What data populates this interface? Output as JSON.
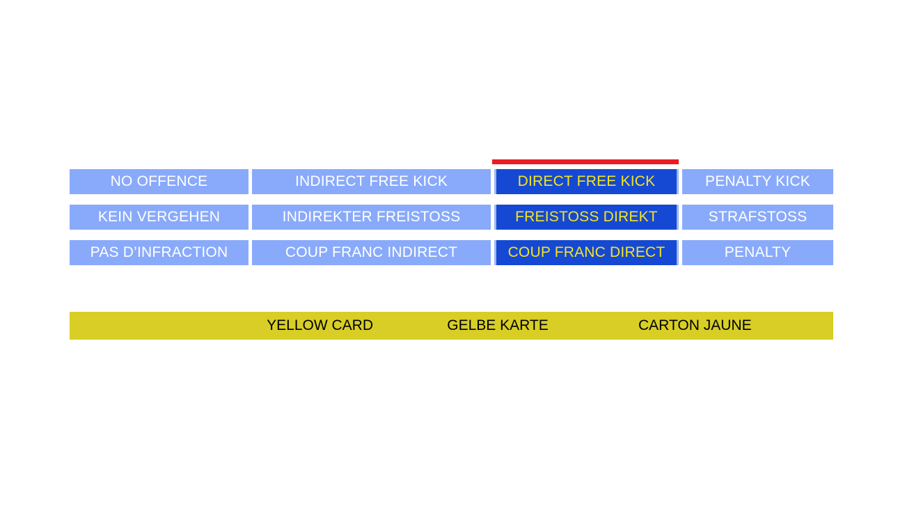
{
  "slide": {
    "background_color": "#FFFFFF",
    "marker": {
      "name": "red-column-marker",
      "color": "#EC1C24",
      "marks_column": "direct-free-kick"
    }
  },
  "palette": {
    "cell_blue": "#89AAFB",
    "cell_blue_text": "#FFFFFF",
    "highlight_blue": "#1549D4",
    "highlight_text_yellow": "#F4E422",
    "highlight_border": "#9FB8F4",
    "marker_red": "#EC1C24",
    "card_yellow": "#D8CE26",
    "card_text": "#000000"
  },
  "matrix": {
    "languages": [
      "English",
      "German",
      "French"
    ],
    "columns": [
      {
        "key": "no-offence",
        "highlighted": false
      },
      {
        "key": "indirect-free-kick",
        "highlighted": false
      },
      {
        "key": "direct-free-kick",
        "highlighted": true
      },
      {
        "key": "penalty-kick",
        "highlighted": false
      }
    ],
    "rows": [
      {
        "language": "English",
        "cells": [
          "NO OFFENCE",
          "INDIRECT FREE KICK",
          "DIRECT FREE KICK",
          "PENALTY KICK"
        ]
      },
      {
        "language": "German",
        "cells": [
          "KEIN VERGEHEN",
          "INDIREKTER FREISTOSS",
          "FREISTOSS DIREKT",
          "STRAFSTOSS"
        ]
      },
      {
        "language": "French",
        "cells": [
          "PAS D’INFRACTION",
          "COUP FRANC INDIRECT",
          "COUP FRANC DIRECT",
          "PENALTY"
        ]
      }
    ]
  },
  "yellow_card_bar": {
    "name": "yellow-card-banner",
    "color": "#D8CE26",
    "labels": [
      {
        "language": "English",
        "text": "YELLOW CARD"
      },
      {
        "language": "German",
        "text": "GELBE KARTE"
      },
      {
        "language": "French",
        "text": "CARTON JAUNE"
      }
    ]
  }
}
